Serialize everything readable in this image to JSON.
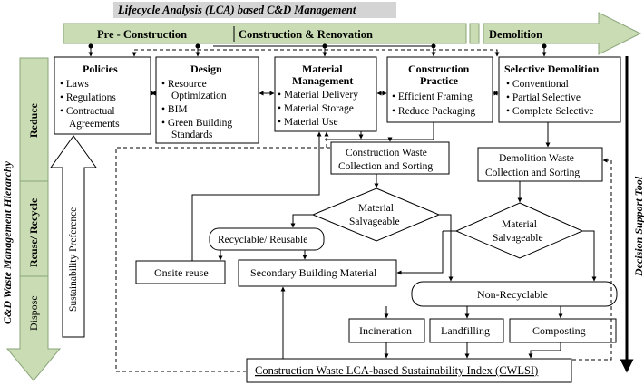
{
  "title": "Lifecycle Analysis (LCA) based C&D Management",
  "phases": {
    "pre_construction": "Pre - Construction",
    "construction_renovation": "Construction & Renovation",
    "demolition": "Demolition"
  },
  "hierarchy": {
    "title": "C&D Waste Management Hierarchy",
    "levels": [
      "Reduce",
      "Reuse/ Recycle",
      "Dispose"
    ],
    "preference": "Sustainability Preference"
  },
  "policies": {
    "title": "Policies",
    "items": [
      "Laws",
      "Regulations",
      "Contractual",
      "Agreements"
    ]
  },
  "design": {
    "title": "Design",
    "items": [
      "Resource",
      "Optimization",
      "BIM",
      "Green Building",
      "Standards"
    ]
  },
  "material_management": {
    "title_1": "Material",
    "title_2": "Management",
    "items": [
      "Material Delivery",
      "Material Storage",
      "Material Use"
    ]
  },
  "construction_practice": {
    "title_1": "Construction",
    "title_2": "Practice",
    "items": [
      "Efficient Framing",
      "Reduce Packaging"
    ]
  },
  "selective_demolition": {
    "title": "Selective Demolition",
    "items": [
      "Conventional",
      "Partial Selective",
      "Complete Selective"
    ]
  },
  "cw_collection": {
    "line_1": "Construction Waste",
    "line_2": "Collection and Sorting"
  },
  "dw_collection": {
    "line_1": "Demolition Waste",
    "line_2": "Collection and Sorting"
  },
  "material_salvageable": {
    "line_1": "Material",
    "line_2": "Salvageable"
  },
  "recyclable_reusable": "Recyclable/ Reusable",
  "onsite_reuse": "Onsite reuse",
  "secondary_material": "Secondary Building Material",
  "non_recyclable": "Non-Recyclable",
  "incineration": "Incineration",
  "landfilling": "Landfilling",
  "composting": "Composting",
  "cwlsi": "Construction Waste LCA-based Sustainability Index (CWLSI)",
  "decision_tool": "Decision Support Tool",
  "colors": {
    "arrow_green": "#c9dcb3",
    "arrow_stroke": "#8aa57a",
    "title_bar": "#d4d4d4"
  }
}
